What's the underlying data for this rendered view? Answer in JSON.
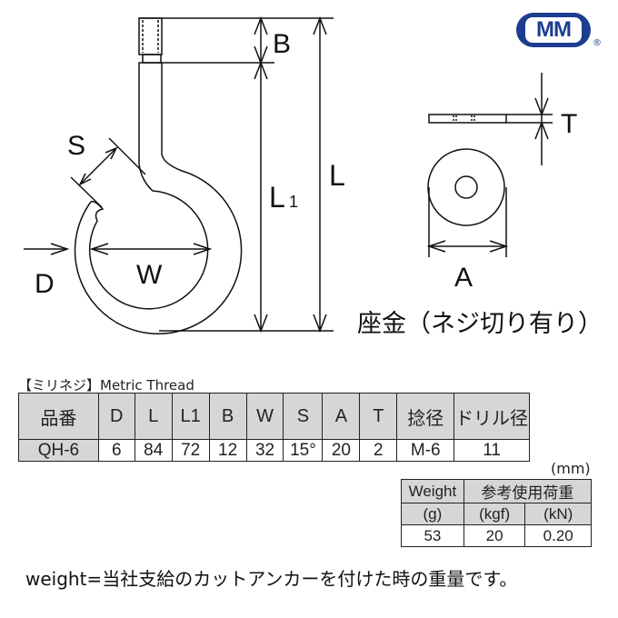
{
  "logo": {
    "text": "MM",
    "registered": "®",
    "color": "#1d3e8f"
  },
  "drawing": {
    "labels": {
      "B": "B",
      "L": "L",
      "L1": "L",
      "L1_sub": "1",
      "S": "S",
      "D": "D",
      "W": "W",
      "T": "T",
      "A": "A"
    },
    "washer_caption": "座金（ネジ切り有り）"
  },
  "spec_table": {
    "caption": "【ミリネジ】Metric Thread",
    "headers": [
      "品番",
      "D",
      "L",
      "L1",
      "B",
      "W",
      "S",
      "A",
      "T",
      "捻径",
      "ドリル径"
    ],
    "rows": [
      [
        "QH-6",
        "6",
        "84",
        "72",
        "12",
        "32",
        "15°",
        "20",
        "2",
        "M-6",
        "11"
      ]
    ]
  },
  "unit": "(mm)",
  "weight_table": {
    "weight_header": "Weight",
    "weight_unit": "(g)",
    "load_header": "参考使用荷重",
    "kgf_unit": "(kgf)",
    "kn_unit": "(kN)",
    "weight": "53",
    "kgf": "20",
    "kn": "0.20"
  },
  "footnote": "weight=当社支給のカットアンカーを付けた時の重量です。"
}
